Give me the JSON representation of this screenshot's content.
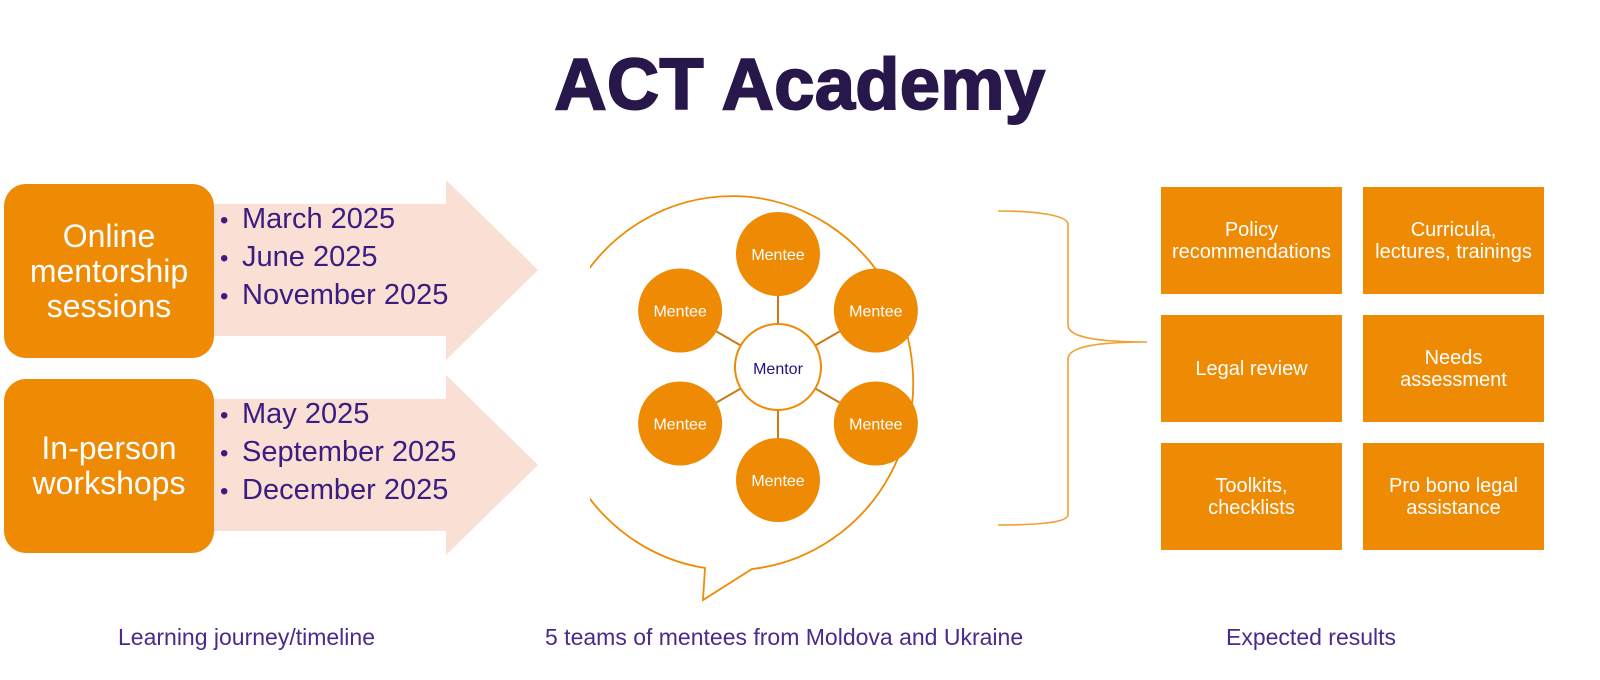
{
  "title": "ACT Academy",
  "colors": {
    "title": "#27174a",
    "orange": "#ee8a04",
    "arrow_fill": "#f9dfd4",
    "text_purple": "#3b1c80",
    "caption_purple": "#4a2a8a",
    "mentor_text": "#2a0f7a"
  },
  "timeline": {
    "tracks": [
      {
        "label": "Online mentorship sessions",
        "label_lines": [
          "Online",
          "mentorship",
          "sessions"
        ],
        "dates": [
          "March 2025",
          "June 2025",
          "November 2025"
        ]
      },
      {
        "label": "In-person workshops",
        "label_lines": [
          "In-person",
          "workshops"
        ],
        "dates": [
          "May 2025",
          "September 2025",
          "December 2025"
        ]
      }
    ],
    "bullet": "•"
  },
  "network": {
    "center": "Mentor",
    "nodes": [
      "Mentee",
      "Mentee",
      "Mentee",
      "Mentee",
      "Mentee",
      "Mentee"
    ]
  },
  "results": {
    "items": [
      {
        "lines": [
          "Policy",
          "recommendations"
        ]
      },
      {
        "lines": [
          "Curricula,",
          "lectures, trainings"
        ]
      },
      {
        "lines": [
          "Legal review"
        ]
      },
      {
        "lines": [
          "Needs",
          "assessment"
        ]
      },
      {
        "lines": [
          "Toolkits,",
          "checklists"
        ]
      },
      {
        "lines": [
          "Pro bono legal",
          "assistance"
        ]
      }
    ]
  },
  "captions": {
    "timeline": "Learning journey/timeline",
    "network": "5 teams of mentees from Moldova and Ukraine",
    "results": "Expected results"
  }
}
